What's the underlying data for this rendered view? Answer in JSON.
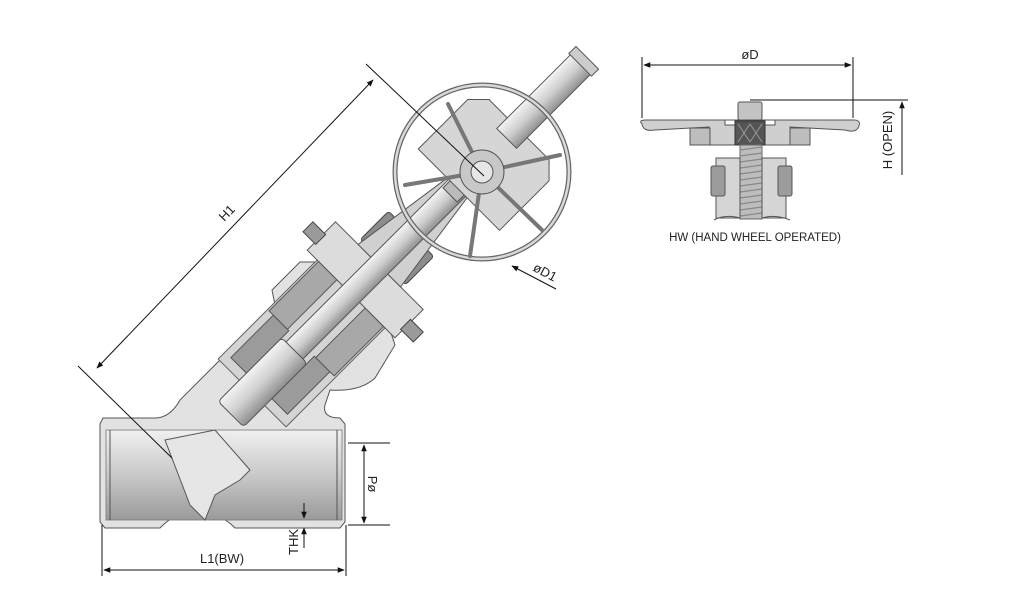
{
  "labels": {
    "h1": "H1",
    "d1": "øD1",
    "po": "Pø",
    "thk": "THK",
    "l1": "L1(BW)",
    "d": "øD",
    "h_open": "H (OPEN)",
    "caption": "HW (HAND WHEEL OPERATED)"
  },
  "colors": {
    "metal_light": "#dcdcdc",
    "metal_mid": "#bdbdbd",
    "metal_dark": "#8a8a8a",
    "line": "#111111"
  }
}
